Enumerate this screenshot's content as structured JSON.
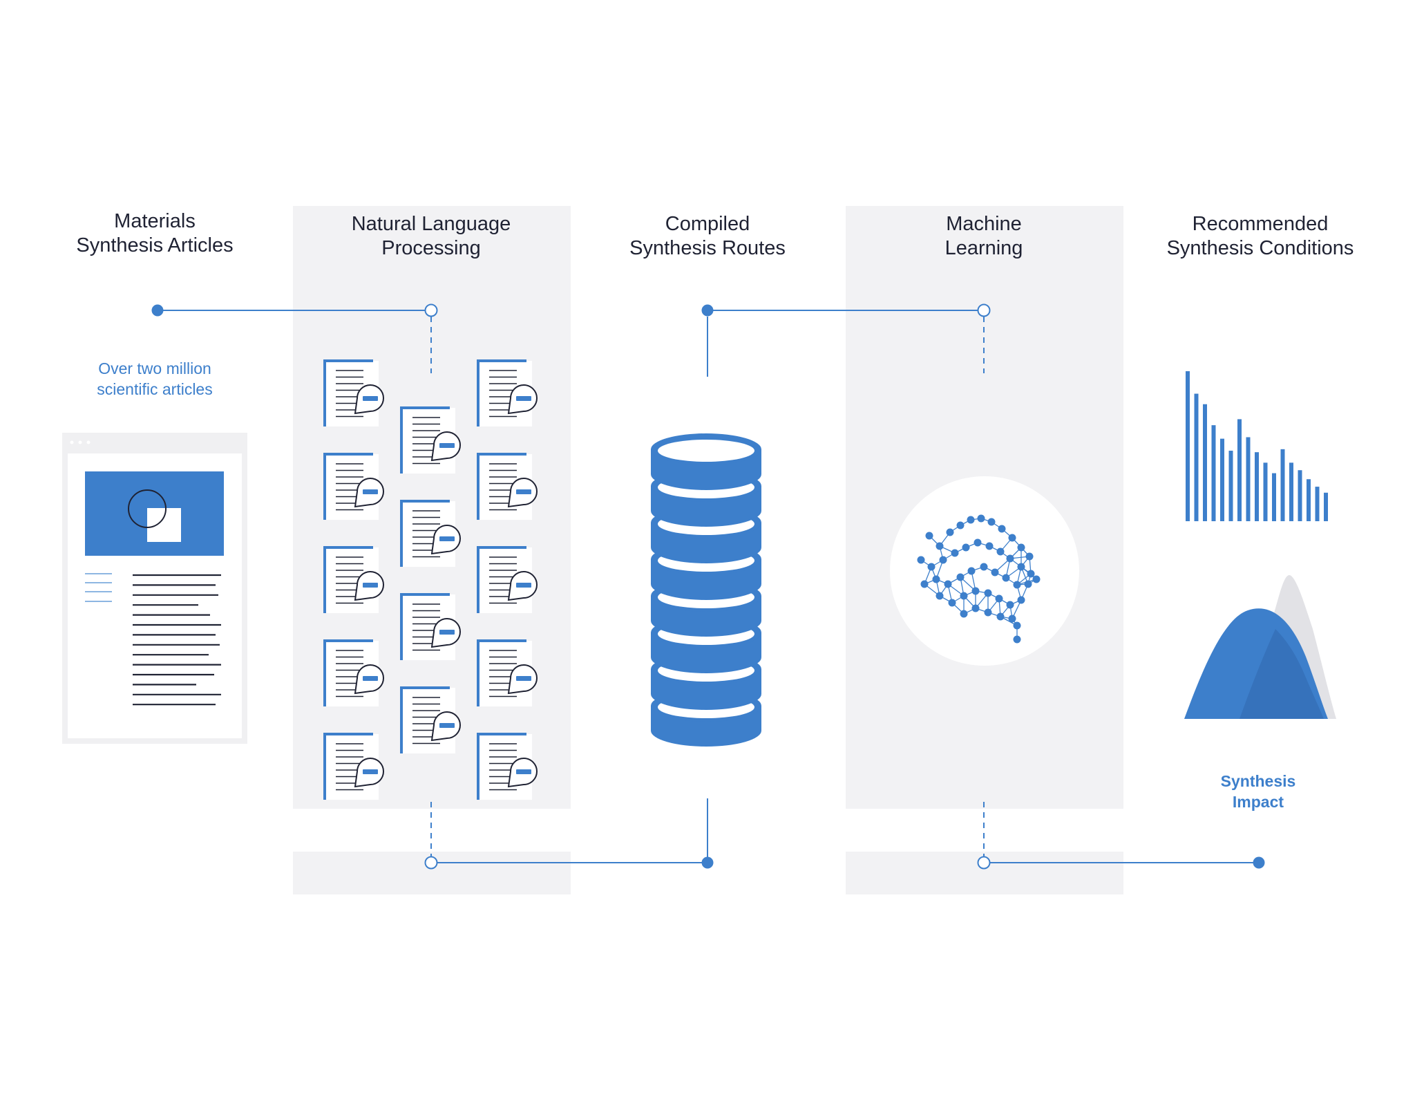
{
  "columns": [
    {
      "title_line1": "Materials",
      "title_line2": "Synthesis Articles"
    },
    {
      "title_line1": "Natural Language",
      "title_line2": "Processing"
    },
    {
      "title_line1": "Compiled",
      "title_line2": "Synthesis Routes"
    },
    {
      "title_line1": "Machine",
      "title_line2": "Learning"
    },
    {
      "title_line1": "Recommended",
      "title_line2": "Synthesis Conditions"
    }
  ],
  "notes": {
    "articles_line1": "Over two million",
    "articles_line2": "scientific articles",
    "impact_line1": "Synthesis",
    "impact_line2": "Impact"
  },
  "chart_data": {
    "type": "bar",
    "values": [
      100,
      85,
      78,
      64,
      55,
      47,
      68,
      56,
      46,
      39,
      32,
      48,
      39,
      34,
      28,
      23,
      19
    ]
  },
  "colors": {
    "accent": "#3d7fcb",
    "panel": "#f2f2f4",
    "text": "#1f2233",
    "grey_curve": "#e2e2e6"
  },
  "icons": {
    "article": "web-article-icon",
    "document": "document-comment-icon",
    "database": "database-stack-icon",
    "brain": "neural-network-brain-icon"
  }
}
